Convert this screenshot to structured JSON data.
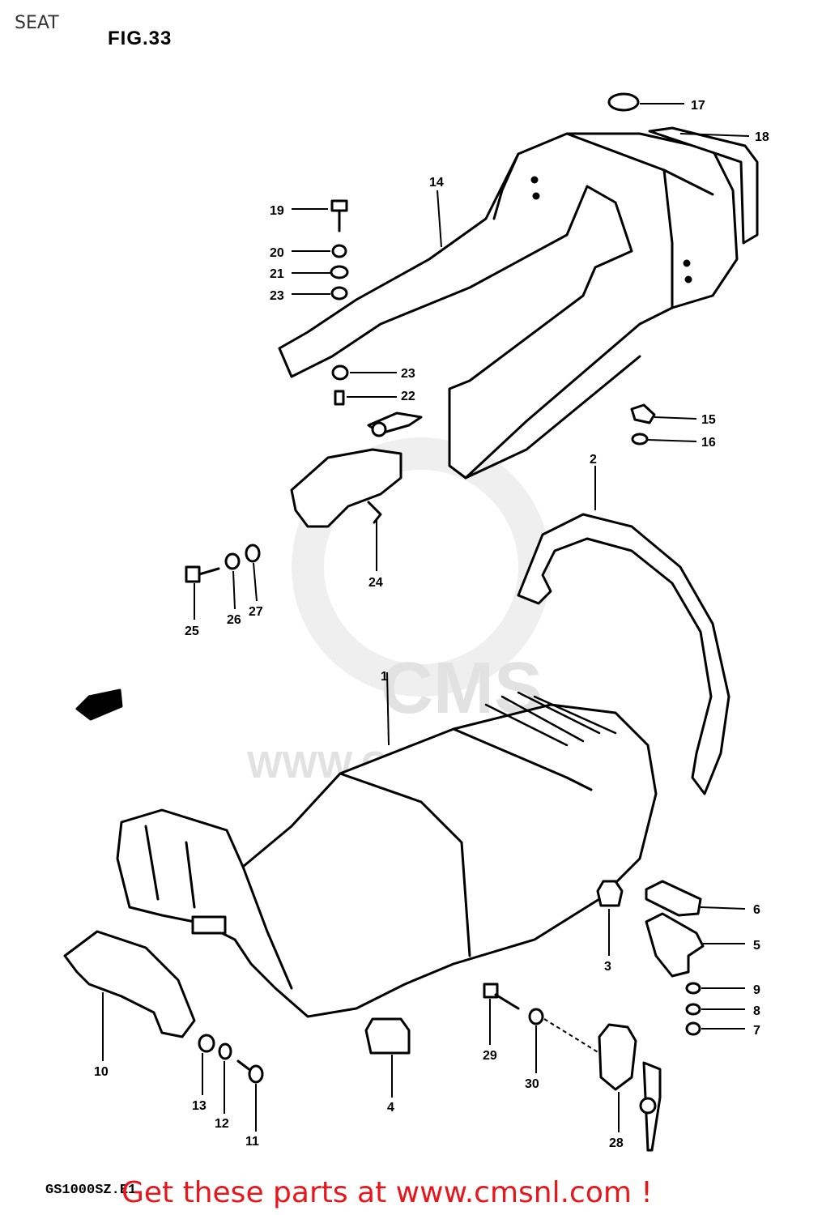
{
  "page": {
    "title": "SEAT"
  },
  "figure": {
    "label": "FIG.33",
    "model_code": "GS1000SZ.E1"
  },
  "watermark": {
    "brand": "CMS",
    "url": "WWW.CMSNL.COM"
  },
  "promo": {
    "text": "Get these parts at www.cmsnl.com !",
    "color": "#e8161b"
  },
  "parts": {
    "p1": "1",
    "p2": "2",
    "p3": "3",
    "p4": "4",
    "p5": "5",
    "p6": "6",
    "p7": "7",
    "p8": "8",
    "p9": "9",
    "p10": "10",
    "p11": "11",
    "p12": "12",
    "p13": "13",
    "p14": "14",
    "p15": "15",
    "p16": "16",
    "p17": "17",
    "p18": "18",
    "p19": "19",
    "p20": "20",
    "p21": "21",
    "p22": "22",
    "p23": "23",
    "p23b": "23",
    "p24": "24",
    "p25": "25",
    "p26": "26",
    "p27": "27",
    "p28": "28",
    "p29": "29",
    "p30": "30"
  }
}
